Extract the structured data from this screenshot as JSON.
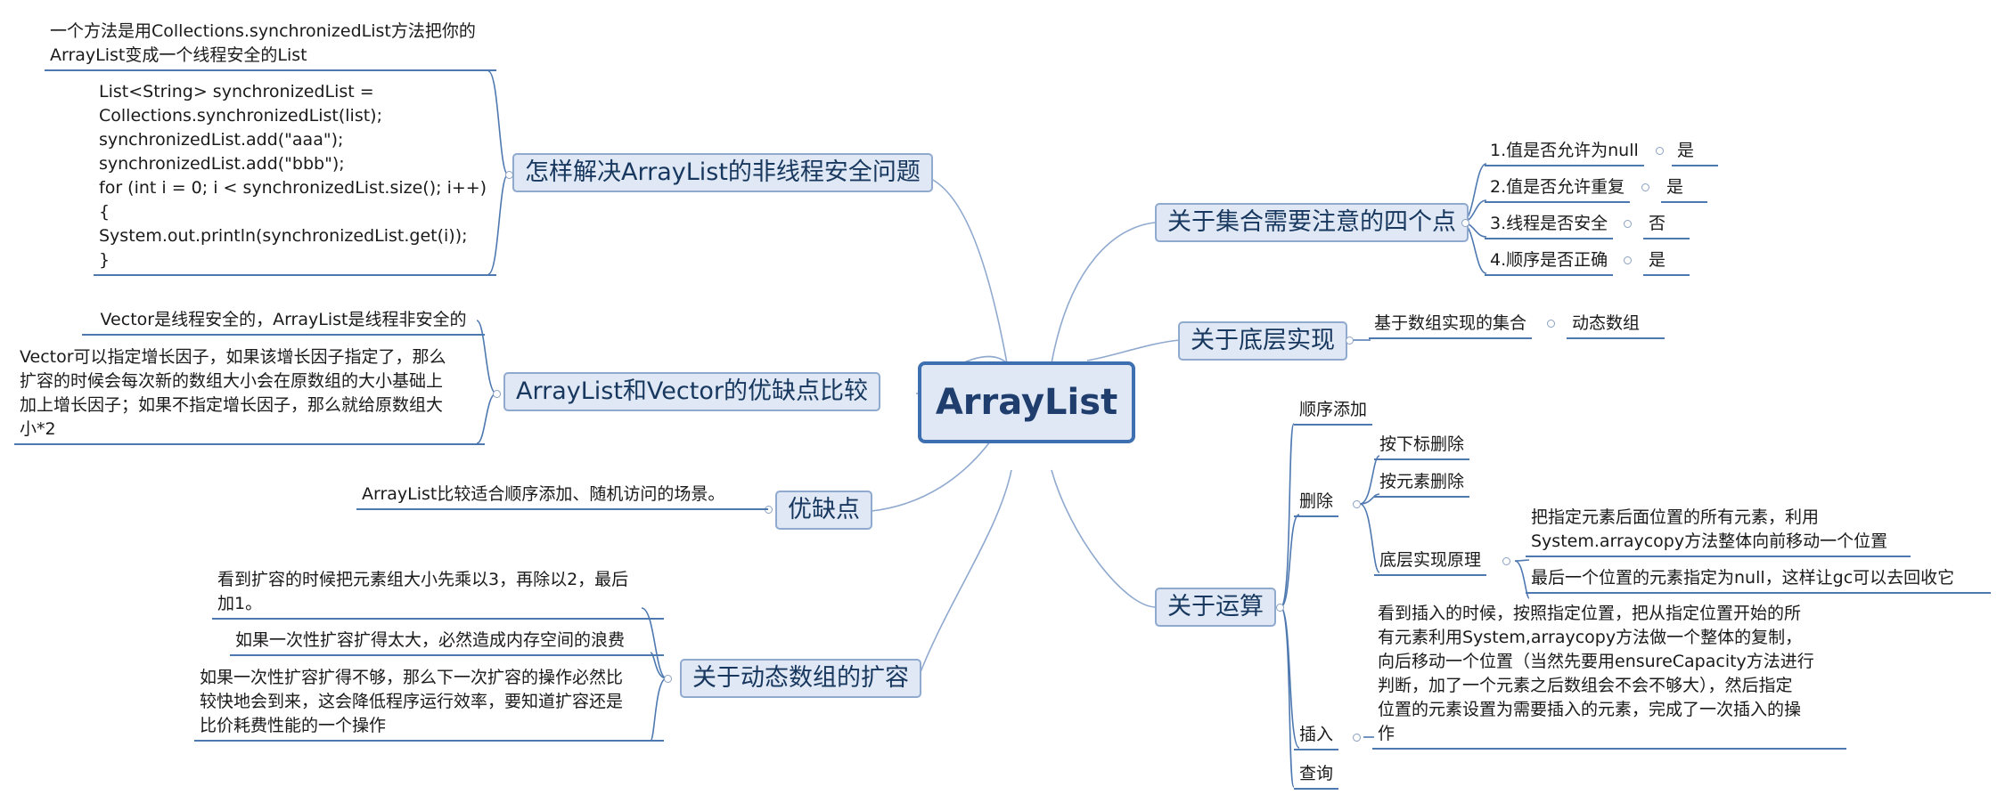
{
  "root": "ArrayList",
  "left": {
    "thread_safety": {
      "title": "怎样解决ArrayList的非线程安全问题",
      "note": "一个方法是用Collections.synchronizedList方法把你的\nArrayList变成一个线程安全的List",
      "code": "List<String> synchronizedList =\nCollections.synchronizedList(list);\nsynchronizedList.add(\"aaa\");\nsynchronizedList.add(\"bbb\");\nfor (int i = 0; i < synchronizedList.size(); i++)\n{\n    System.out.println(synchronizedList.get(i));\n}"
    },
    "compare": {
      "title": "ArrayList和Vector的优缺点比较",
      "item1": "Vector是线程安全的，ArrayList是线程非安全的",
      "item2": "Vector可以指定增长因子，如果该增长因子指定了，那么\n扩容的时候会每次新的数组大小会在原数组的大小基础上\n加上增长因子；如果不指定增长因子，那么就给原数组大\n小*2"
    },
    "pros_cons": {
      "title": "优缺点",
      "item": "ArrayList比较适合顺序添加、随机访问的场景。"
    },
    "expansion": {
      "title": "关于动态数组的扩容",
      "item1": "看到扩容的时候把元素组大小先乘以3，再除以2，最后\n加1。",
      "item2": "如果一次性扩容扩得太大，必然造成内存空间的浪费",
      "item3": "如果一次性扩容扩得不够，那么下一次扩容的操作必然比\n较快地会到来，这会降低程序运行效率，要知道扩容还是\n比价耗费性能的一个操作"
    }
  },
  "right": {
    "four_points": {
      "title": "关于集合需要注意的四个点",
      "items": [
        {
          "q": "1.值是否允许为null",
          "a": "是"
        },
        {
          "q": "2.值是否允许重复",
          "a": "是"
        },
        {
          "q": "3.线程是否安全",
          "a": "否"
        },
        {
          "q": "4.顺序是否正确",
          "a": "是"
        }
      ]
    },
    "impl": {
      "title": "关于底层实现",
      "item": "基于数组实现的集合",
      "value": "动态数组"
    },
    "ops": {
      "title": "关于运算",
      "seq_add": "顺序添加",
      "delete": {
        "label": "删除",
        "by_index": "按下标删除",
        "by_element": "按元素删除",
        "principle": {
          "label": "底层实现原理",
          "detail1": "把指定元素后面位置的所有元素，利用\nSystem.arraycopy方法整体向前移动一个位置",
          "detail2": "最后一个位置的元素指定为null，这样让gc可以去回收它"
        }
      },
      "insert": {
        "label": "插入",
        "detail": "看到插入的时候，按照指定位置，把从指定位置开始的所\n有元素利用System,arraycopy方法做一个整体的复制，\n向后移动一个位置（当然先要用ensureCapacity方法进行\n判断，加了一个元素之后数组会不会不够大），然后指定\n位置的元素设置为需要插入的元素，完成了一次插入的操\n作"
      },
      "query": "查询"
    }
  },
  "colors": {
    "line": "#4e78b0",
    "box_fill": "#dfe8f4",
    "root_border": "#3e6fb0"
  }
}
